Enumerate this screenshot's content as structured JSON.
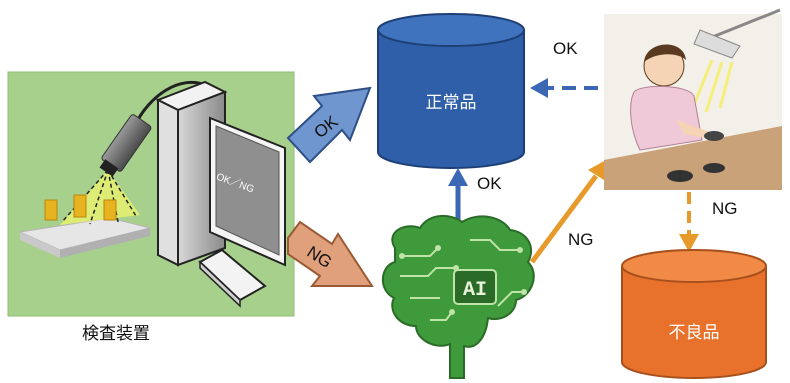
{
  "diagram": {
    "inspection_device_caption": "検査装置",
    "screen_label": "OK／NG",
    "good_products_label": "正常品",
    "defective_products_label": "不良品",
    "ok_arrow_label": "OK",
    "ng_arrow_label": "NG",
    "ai_label": "AI",
    "ai_ok_label": "OK",
    "ai_ng_label": "NG",
    "worker_ok_label": "OK",
    "worker_ng_label": "NG"
  },
  "colors": {
    "good_cylinder": "#2e5fa8",
    "defect_cylinder": "#e8722c",
    "ok_arrow": "#6f96cf",
    "ng_arrow": "#e0a07c",
    "ai_brain": "#3e9a3a",
    "orange_arrow": "#e79a2a",
    "blue_arrow": "#3a68b5",
    "device_panel": "#a8d08d"
  },
  "icons": [
    "camera-icon",
    "monitor-icon",
    "keyboard-icon",
    "ai-brain-icon",
    "worker-icon",
    "lamp-icon"
  ]
}
